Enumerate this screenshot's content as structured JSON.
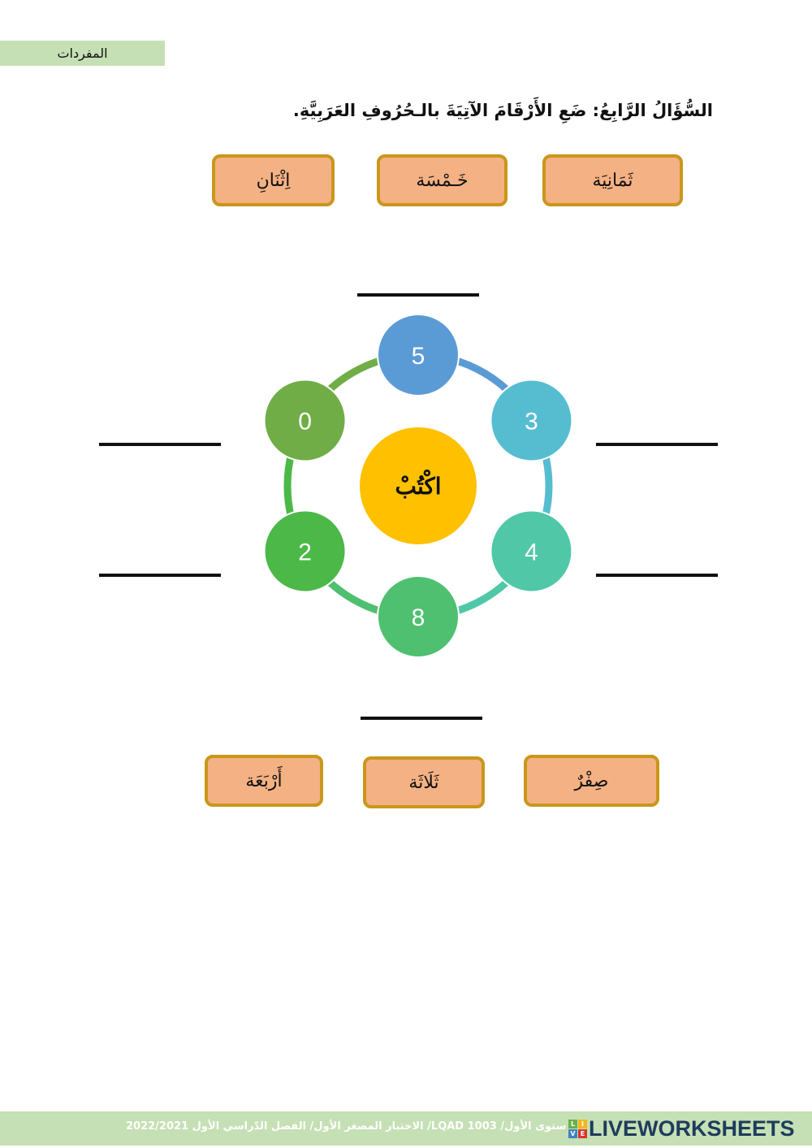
{
  "header": {
    "tag": "المفردات"
  },
  "question": {
    "title": "السُّؤَالُ الرَّابِعُ: ضَعِ الأَرْقَامَ الآتِيَةَ بالـحُرُوفِ العَرَبِيَّةِ."
  },
  "words_top": [
    "ثَمَانِيَة",
    "خَـمْسَة",
    "اِثْنَانِ"
  ],
  "words_bottom": [
    "صِفْرٌ",
    "ثَلَاثَة",
    "أَرْبَعَة"
  ],
  "diagram": {
    "center_label": "اكْتُبْ",
    "nodes": [
      {
        "label": "5",
        "color": "#5B9BD5"
      },
      {
        "label": "3",
        "color": "#56BDD0"
      },
      {
        "label": "4",
        "color": "#50C8A8"
      },
      {
        "label": "8",
        "color": "#4EC070"
      },
      {
        "label": "2",
        "color": "#4CB848"
      },
      {
        "label": "0",
        "color": "#70AD47"
      }
    ],
    "center_color": "#FFC000"
  },
  "colors": {
    "word_fill": "#F4B183",
    "word_border": "#C9971A",
    "band": "#C5E0B4"
  },
  "footer": {
    "text": "ستوى الأول/ LQAD 1003/ الاختبار المصغر الأول/ الفصل الدّراسي الأول 2022/2021",
    "logo": "LIVEWORKSHEETS"
  }
}
